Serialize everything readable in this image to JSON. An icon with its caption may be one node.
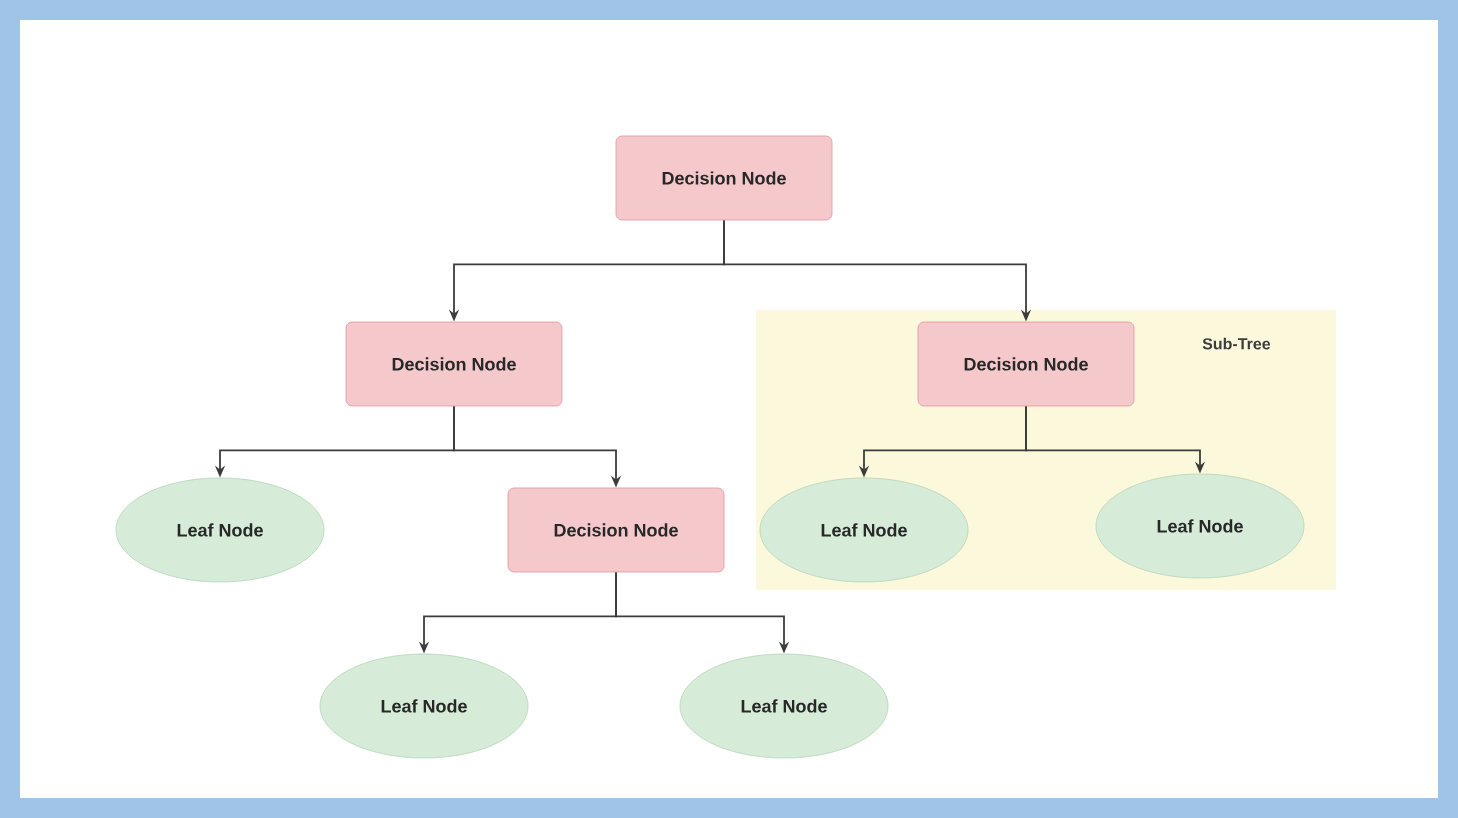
{
  "diagram": {
    "nodes": [
      {
        "text": [
          "Decision Node"
        ]
      },
      {
        "text": [
          "Decision Node"
        ]
      },
      {
        "text": [
          "Leaf Node"
        ]
      },
      {
        "text": [
          "Decision Node"
        ]
      },
      {
        "text": [
          "Leaf Node"
        ]
      },
      {
        "text": [
          "Leaf Node"
        ]
      },
      {
        "text": [
          "Sub-Tree"
        ]
      },
      {
        "text": [
          "Decision Node"
        ],
        "in": 6
      },
      {
        "text": [
          "Leaf Node"
        ],
        "in": 6
      },
      {
        "text": [
          "Leaf Node"
        ],
        "in": 6
      }
    ],
    "edges": [
      {
        "from": 0,
        "to": 1,
        "arrow": "to"
      },
      {
        "from": 0,
        "to": 7,
        "arrow": "to"
      },
      {
        "from": 1,
        "to": 2,
        "arrow": "to"
      },
      {
        "from": 1,
        "to": 3,
        "arrow": "to"
      },
      {
        "from": 3,
        "to": 4,
        "arrow": "to"
      },
      {
        "from": 3,
        "to": 5,
        "arrow": "to"
      },
      {
        "from": 7,
        "to": 8,
        "arrow": "to"
      },
      {
        "from": 7,
        "to": 9,
        "arrow": "to"
      }
    ]
  }
}
